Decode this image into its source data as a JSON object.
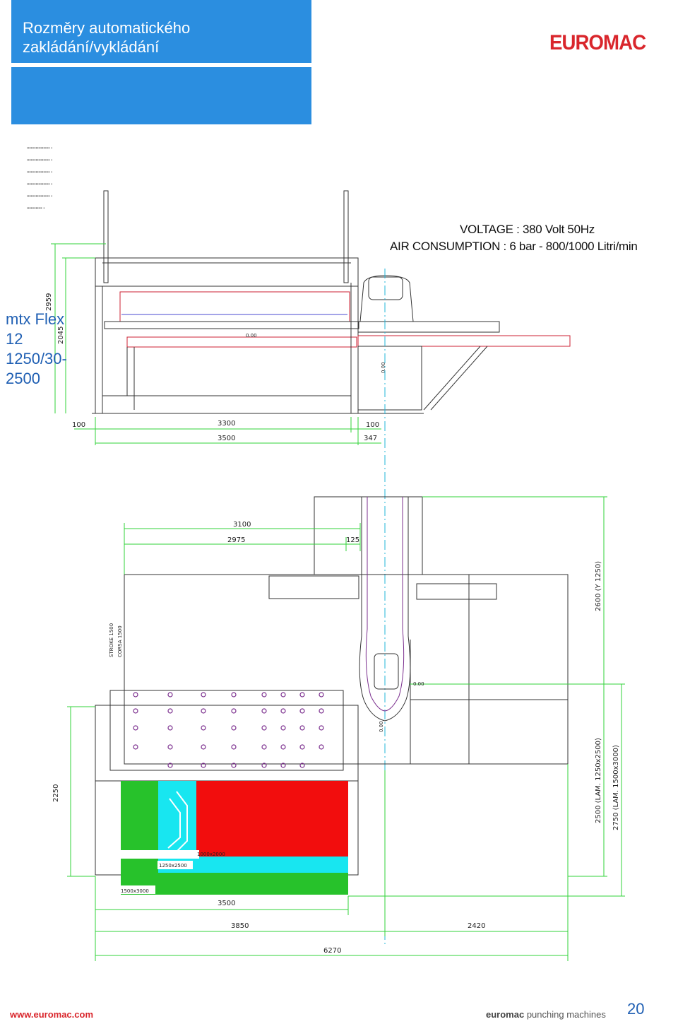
{
  "header": {
    "title_line1": "Rozměry automatického",
    "title_line2": "zakládání/vykládání",
    "background_color": "#2b8ee0"
  },
  "logo": {
    "text": "EUROMAC",
    "color": "#d9262c"
  },
  "dotted_lines": [
    "……………….",
    "……………….",
    "……………….",
    "……………….",
    "……………….",
    "…………."
  ],
  "model": {
    "line1": "mtx Flex",
    "line2": "12",
    "line3": "1250/30-",
    "line4": "2500"
  },
  "specs": {
    "voltage": "VOLTAGE : 380 Volt  50Hz",
    "air": "AIR CONSUMPTION : 6 bar - 800/1000  Litri/min"
  },
  "side_view": {
    "dims": {
      "h_total": "2959",
      "h_table": "2045",
      "left_margin": "100",
      "length": "3300",
      "right_margin": "100",
      "total_length": "3500",
      "offset": "347",
      "level_a": "0.00",
      "level_b": "0.00"
    }
  },
  "top_view": {
    "dims": {
      "width_top": "3100",
      "width_inner": "2975",
      "offset": "125",
      "stroke": "STROKE 1500",
      "corsa": "CORSA 1500",
      "depth_left": "2250",
      "y_travel": "2600 (Y 1250)",
      "lam1": "2500 (LAM. 1250x2500)",
      "lam2": "2750 (LAM. 1500x3000)",
      "w_3500": "3500",
      "w_3850": "3850",
      "w_2420": "2420",
      "w_6270": "6270",
      "level_a": "0.00",
      "level_b": "0.00"
    },
    "sheets": {
      "s1000": "1000x2000",
      "s1250": "1250x2500",
      "s1500": "1500x3000"
    },
    "colors": {
      "green": "#27c22b",
      "cyan": "#18e6f0",
      "red": "#f20d0d",
      "dimension": "#32d33a",
      "purple": "#7b2f8e",
      "axis": "#20b5d9"
    }
  },
  "footer": {
    "url": "www.euromac.com",
    "brand_bold": "euromac",
    "brand_rest": " punching machines",
    "page": "20"
  }
}
